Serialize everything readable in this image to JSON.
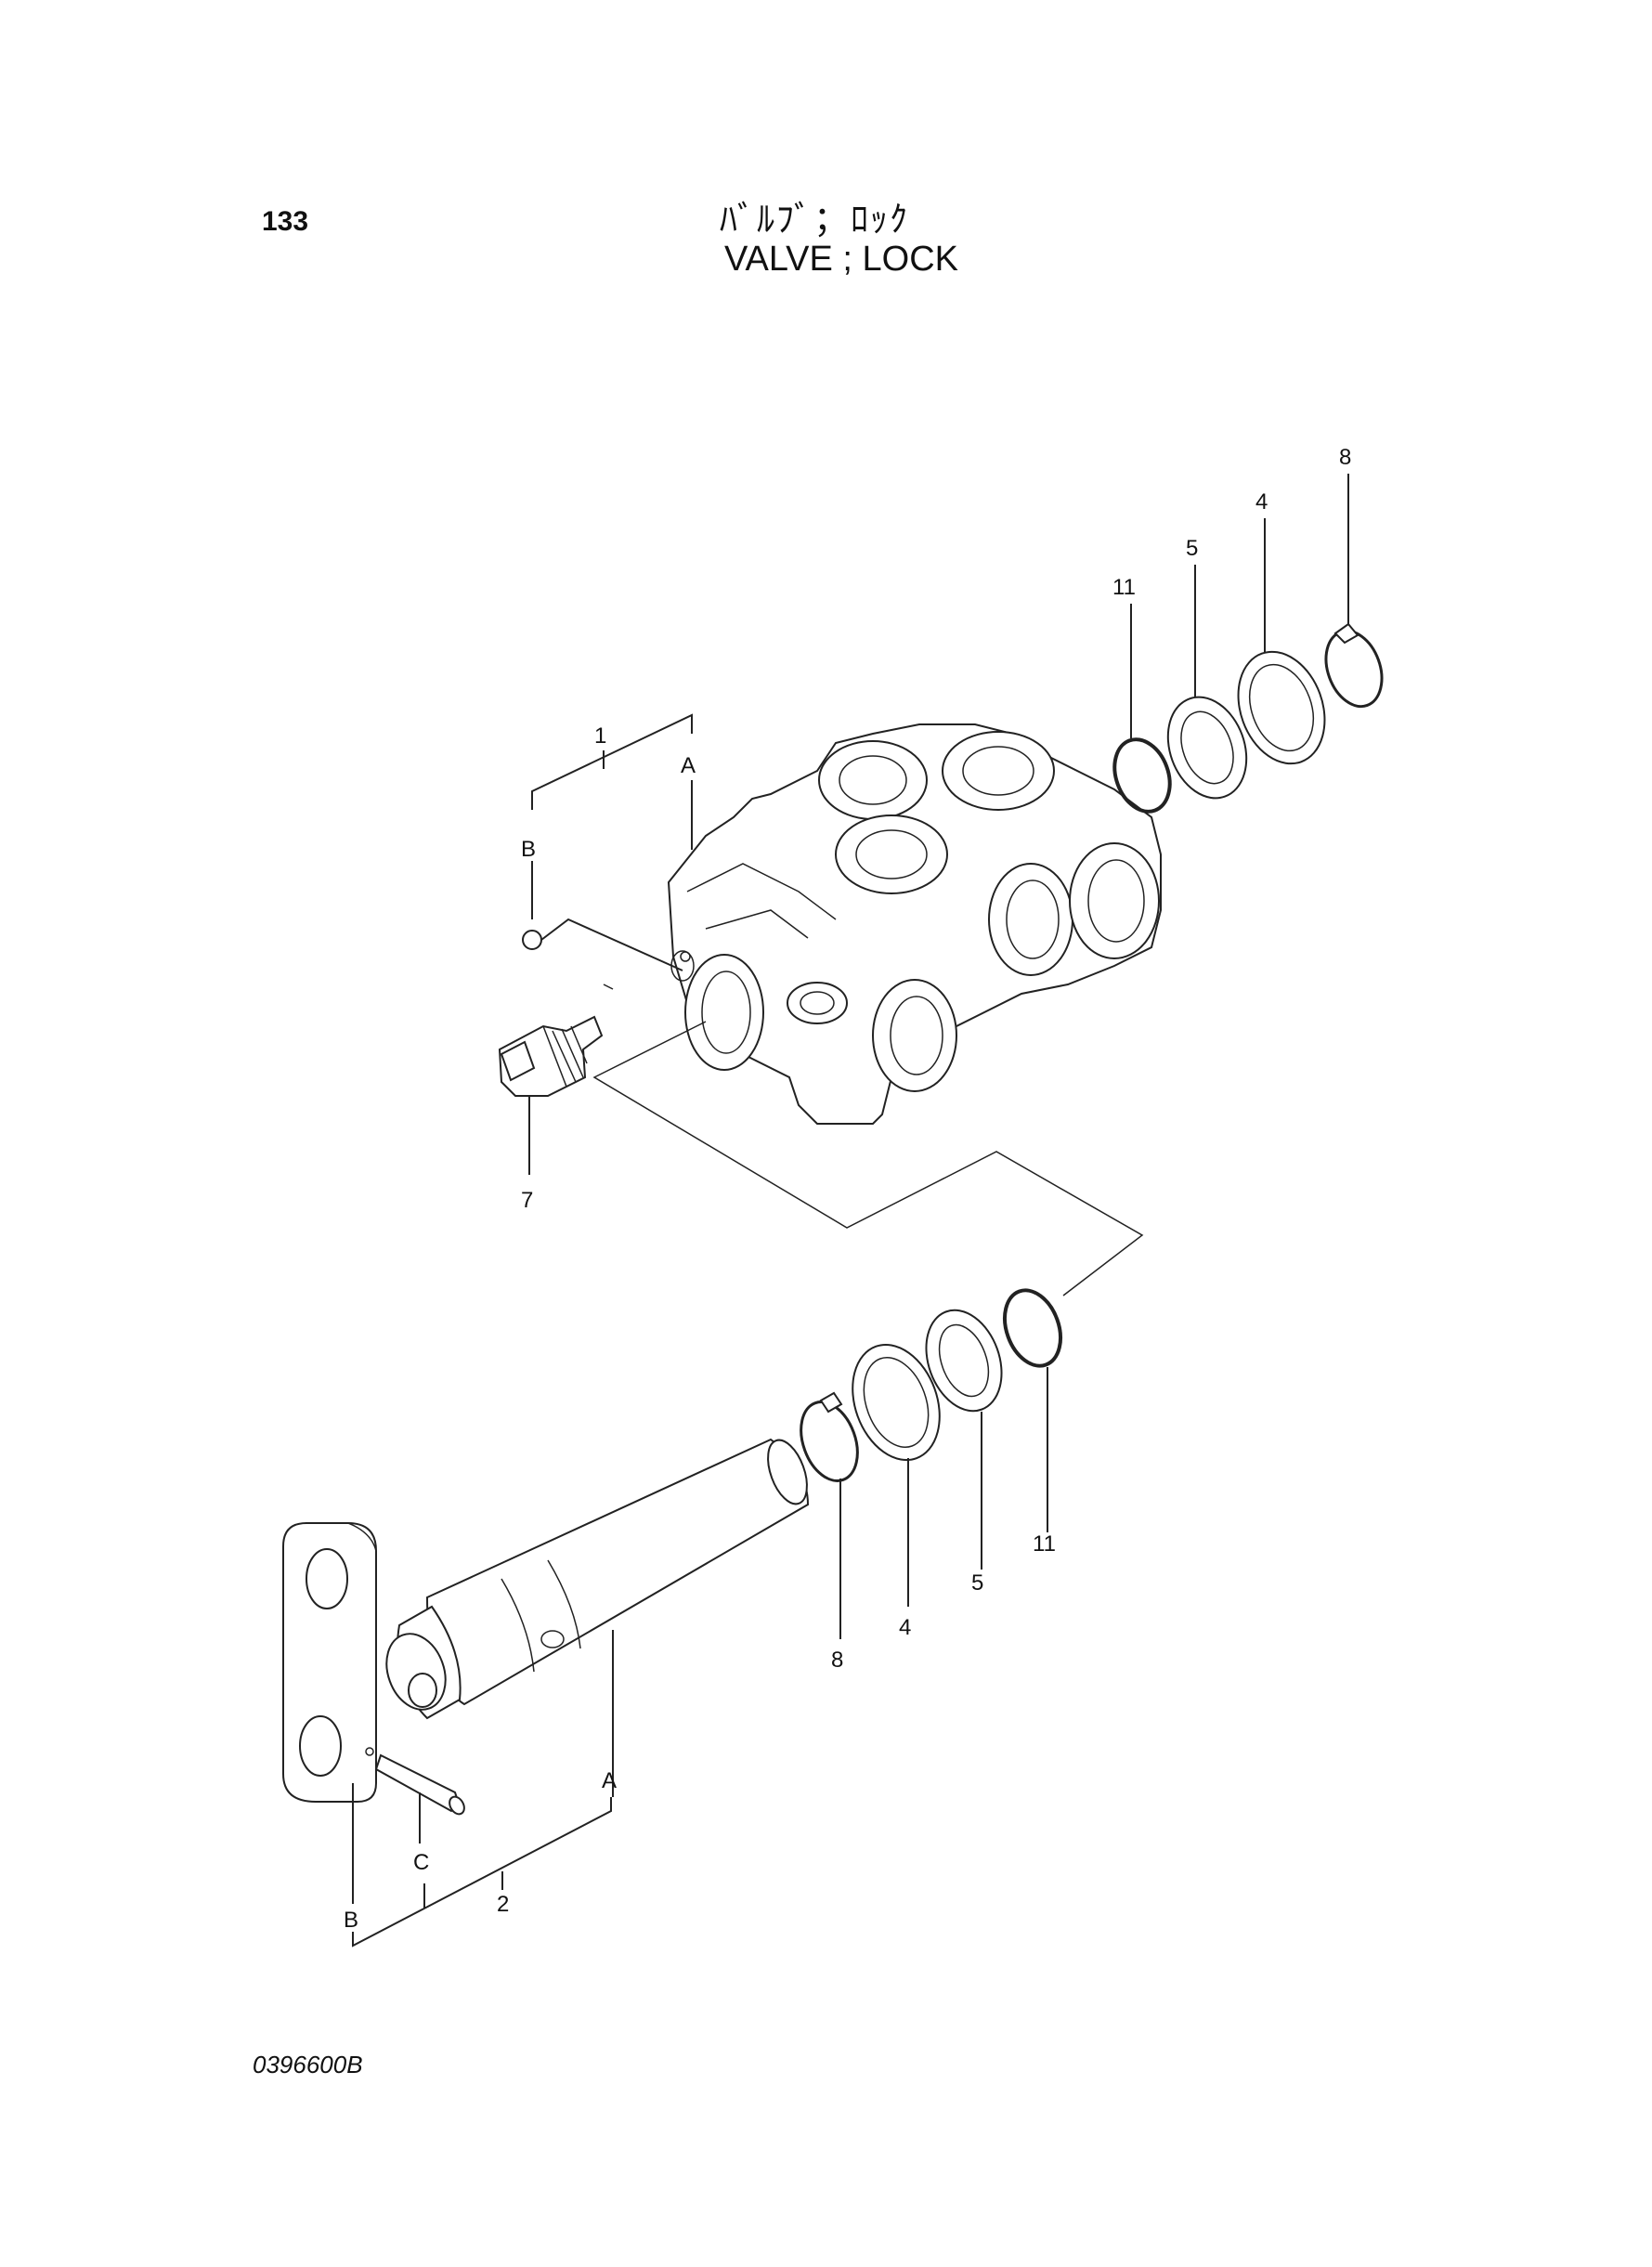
{
  "header": {
    "page_number": "133",
    "title_jp": "ﾊﾞﾙﾌﾞ；ﾛｯｸ",
    "title_en": "VALVE ; LOCK"
  },
  "footer": {
    "drawing_code": "0396600B"
  },
  "callouts": {
    "upper": {
      "p1": "1",
      "pA": "A",
      "pB": "B",
      "p7": "7",
      "p11": "11",
      "p5": "5",
      "p4": "4",
      "p8": "8"
    },
    "lower": {
      "p8": "8",
      "p4": "4",
      "p5": "5",
      "p11": "11",
      "pA": "A",
      "pB": "B",
      "pC": "C",
      "p2": "2"
    }
  }
}
